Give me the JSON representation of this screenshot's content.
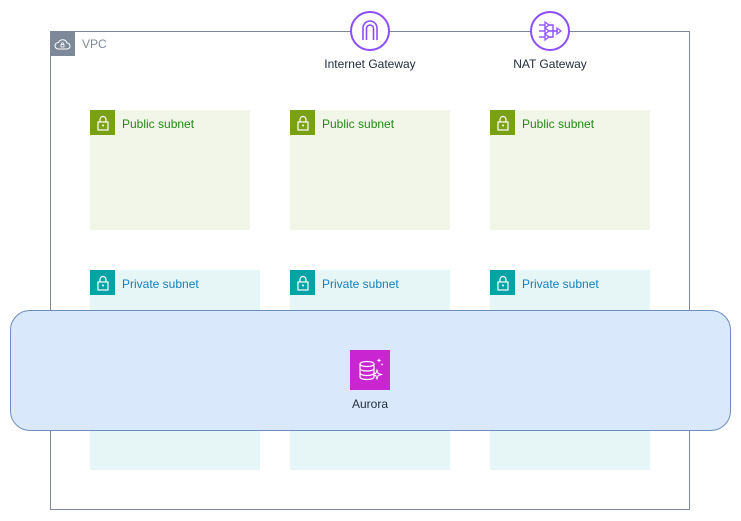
{
  "vpc": {
    "label": "VPC"
  },
  "gateways": {
    "internet": {
      "label": "Internet Gateway"
    },
    "nat": {
      "label": "NAT Gateway"
    }
  },
  "public_subnets": [
    {
      "label": "Public subnet"
    },
    {
      "label": "Public subnet"
    },
    {
      "label": "Public subnet"
    }
  ],
  "private_subnets": [
    {
      "label": "Private subnet"
    },
    {
      "label": "Private subnet"
    },
    {
      "label": "Private subnet"
    }
  ],
  "aurora": {
    "label": "Aurora"
  },
  "colors": {
    "vpc": "#7d8998",
    "public": "#7aa116",
    "private": "#00a4a6",
    "gateway": "#8c4fff",
    "database": "#c925d1",
    "band_fill": "#dae8fc",
    "band_stroke": "#6c8ebf"
  }
}
